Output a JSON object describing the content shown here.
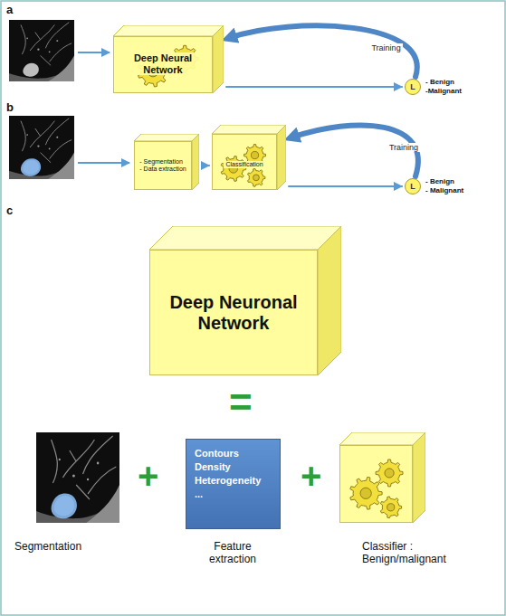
{
  "diagram": {
    "nodes": [
      {
        "text": [
          "Deep Neural Network"
        ]
      },
      {
        "text": [
          "L"
        ]
      },
      {
        "text": [
          "- Segmentation",
          "- Data extraction"
        ]
      },
      {
        "text": [
          "Classification"
        ]
      },
      {
        "text": [
          "L"
        ]
      },
      {
        "text": [
          "Deep Neuronal Network"
        ]
      },
      {
        "text": [
          "Contours",
          "Density",
          "Heterogeneity",
          "..."
        ]
      }
    ],
    "edges": [
      {
        "from": 0,
        "to": 1,
        "arrow": "to"
      },
      {
        "from": 1,
        "to": 0,
        "arrow": "to",
        "label": "Training"
      },
      {
        "from": 2,
        "to": 3,
        "arrow": "to"
      },
      {
        "from": 3,
        "to": 4,
        "arrow": "to"
      },
      {
        "from": 4,
        "to": 3,
        "arrow": "to",
        "label": "Training"
      }
    ],
    "labels": [
      "a",
      "- Benign",
      "-Malignant",
      "b",
      "- Benign",
      "- Malignant",
      "c",
      "=",
      "+",
      "+",
      "Segmentation",
      "Feature extraction",
      "Classifier : Benign/malignant"
    ]
  }
}
